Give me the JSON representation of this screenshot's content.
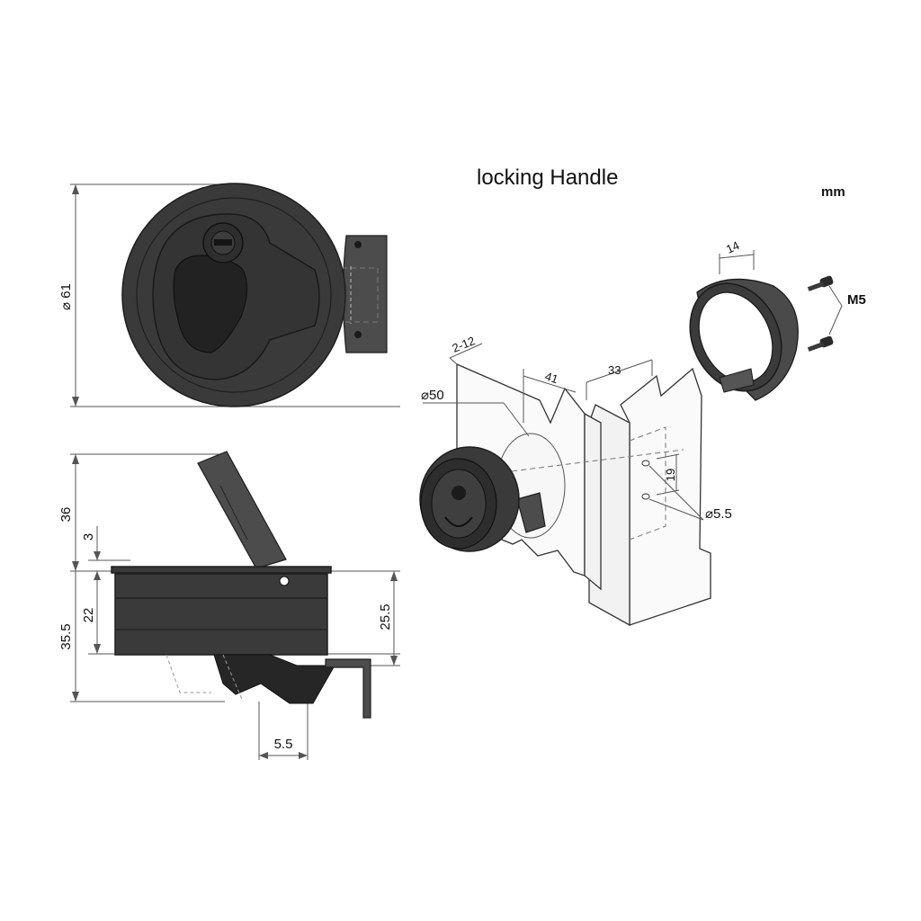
{
  "title": "locking Handle",
  "unit": "mm",
  "top_view": {
    "diameter": "⌀ 61"
  },
  "side_view": {
    "handle_raise": "36",
    "flange": "3",
    "body_height": "22",
    "total_depth": "35.5",
    "latch_drop": "25.5",
    "cam_offset": "5.5"
  },
  "install_view": {
    "panel_thickness": "2-12",
    "cutout_diameter": "⌀50",
    "cutout_offset": "41",
    "frame_offset": "33",
    "hole_spacing": "19",
    "hole_diameter": "⌀5.5",
    "bezel_width": "14",
    "screw": "M5"
  }
}
